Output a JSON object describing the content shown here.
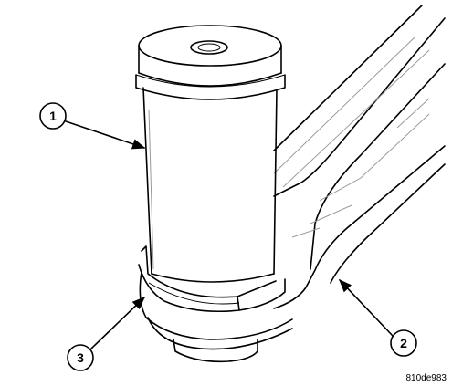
{
  "callouts": [
    {
      "number": "1"
    },
    {
      "number": "2"
    },
    {
      "number": "3"
    }
  ],
  "figure_id": "810de983",
  "colors": {
    "ink": "#000000",
    "paper": "#ffffff",
    "hatch": "#9a9a9a"
  }
}
